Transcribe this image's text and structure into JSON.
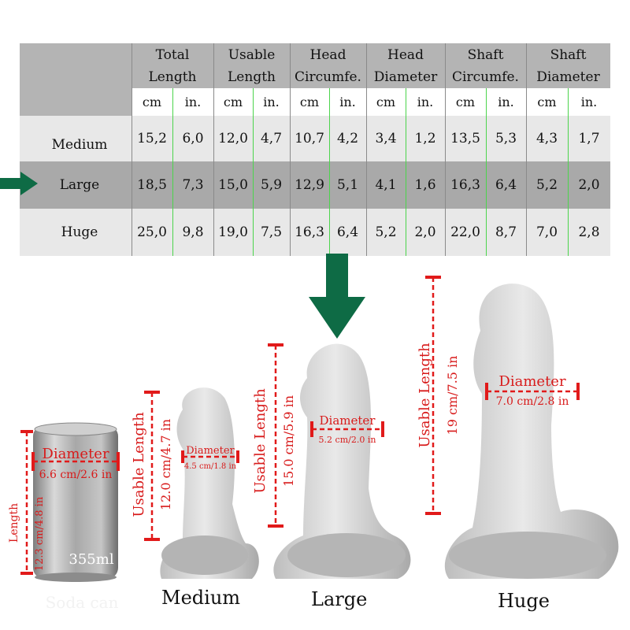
{
  "table": {
    "headers": [
      {
        "line1": "Total",
        "line2": "Length"
      },
      {
        "line1": "Usable",
        "line2": "Length"
      },
      {
        "line1": "Head",
        "line2": "Circumfe."
      },
      {
        "line1": "Head",
        "line2": "Diameter"
      },
      {
        "line1": "Shaft",
        "line2": "Circumfe."
      },
      {
        "line1": "Shaft",
        "line2": "Diameter"
      }
    ],
    "units": [
      "cm",
      "in."
    ],
    "rows": [
      {
        "label": "Medium",
        "values": [
          "15,2",
          "6,0",
          "12,0",
          "4,7",
          "10,7",
          "4,2",
          "3,4",
          "1,2",
          "13,5",
          "5,3",
          "4,3",
          "1,7"
        ]
      },
      {
        "label": "Large",
        "values": [
          "18,5",
          "7,3",
          "15,0",
          "5,9",
          "12,9",
          "5,1",
          "4,1",
          "1,6",
          "16,3",
          "6,4",
          "5,2",
          "2,0"
        ]
      },
      {
        "label": "Huge",
        "values": [
          "25,0",
          "9,8",
          "19,0",
          "7,5",
          "16,3",
          "6,4",
          "5,2",
          "2,0",
          "22,0",
          "8,7",
          "7,0",
          "2,8"
        ]
      }
    ],
    "highlighted_row": "Large"
  },
  "products": {
    "can": {
      "diameter_label": "Diameter",
      "diameter_value": "6.6 cm/2.6 in",
      "length_label": "Length",
      "length_value": "12.3 cm/4.8 in",
      "volume": "355ml",
      "caption": "Soda can"
    },
    "medium": {
      "length_label": "Usable Length",
      "length_value": "12.0 cm/4.7 in",
      "diameter_label": "Diameter",
      "diameter_value": "4.5 cm/1.8 in",
      "caption": "Medium"
    },
    "large": {
      "length_label": "Usable Length",
      "length_value": "15.0 cm/5.9 in",
      "diameter_label": "Diameter",
      "diameter_value": "5.2 cm/2.0 in",
      "caption": "Large"
    },
    "huge": {
      "length_label": "Usable Length",
      "length_value": "19 cm/7.5 in",
      "diameter_label": "Diameter",
      "diameter_value": "7.0 cm/2.8 in",
      "caption": "Huge"
    }
  },
  "colors": {
    "header_bg": "#b4b4b4",
    "row_light": "#e8e8e8",
    "row_dark": "#a9a9a9",
    "arrow_green": "#0e6b45",
    "dimension_red": "#e11a1a",
    "divider_green": "#4cd44c"
  }
}
